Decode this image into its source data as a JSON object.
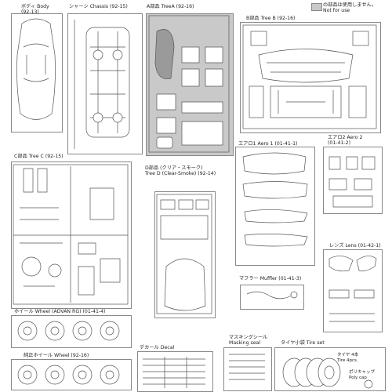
{
  "legend": {
    "note": "の部品は使用しません。",
    "note_en": "Not for use"
  },
  "sections": {
    "body": {
      "line1": "ボディ Body",
      "line2": "(92-13)"
    },
    "chassis": {
      "line1": "シャーシ Chassis (92-15)"
    },
    "tree_a": {
      "line1": "A部品 TreeA (92-16)"
    },
    "tree_b": {
      "line1": "B部品 Tree B (92-16)"
    },
    "tree_c": {
      "line1": "C部品 Tree C (92-15)"
    },
    "tree_d": {
      "line1": "D部品 (クリア・スモーク)",
      "line2": "Tree D (Clear-Smoke) (92-14)"
    },
    "aero1": {
      "line1": "エアロ1 Aero 1 (01-41-1)"
    },
    "aero2": {
      "line1": "エアロ2 Aero 2",
      "line2": "(01-41-2)"
    },
    "lens": {
      "line1": "レンズ Lens (01-42-1)"
    },
    "muffler": {
      "line1": "マフラー Muffler (01-41-3)"
    },
    "wheel_advan": {
      "line1": "ホイール Wheel (ADVAN RG) (01-41-4)"
    },
    "wheel_oem": {
      "line1": "純正ホイール Wheel (92-16)"
    },
    "masking": {
      "line1": "マスキングシール",
      "line2": "Masking seal"
    },
    "decal": {
      "line1": "デカール Decal"
    },
    "tire": {
      "line1": "タイヤ小袋 Tire set"
    },
    "tire_note": {
      "line1": "タイヤ 4本",
      "line2": "Tire 4pcs."
    },
    "polycap": {
      "line1": "ポリキャップ",
      "line2": "Poly cap"
    }
  },
  "colors": {
    "panel_border": "#888888",
    "not_for_use": "#c9c9c9",
    "part_stroke": "#555555"
  }
}
